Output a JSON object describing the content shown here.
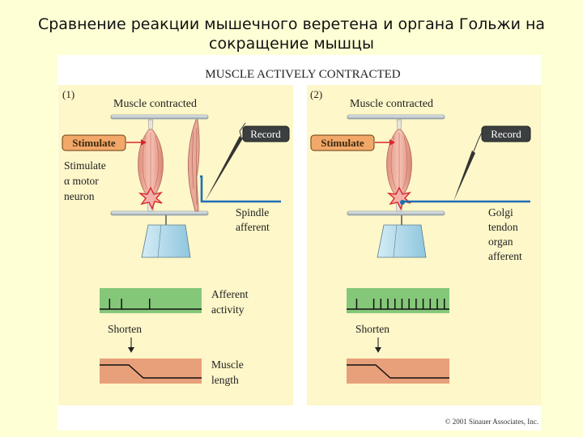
{
  "slide": {
    "title_line1": "Сравнение реакции мышечного веретена и органа Гольжи на",
    "title_line2": "сокращение мышцы"
  },
  "figure": {
    "heading": "MUSCLE ACTIVELY CONTRACTED",
    "copyright": "© 2001 Sinauer Associates, Inc.",
    "colors": {
      "panel_bg": "#fdf7c9",
      "activity_bar": "#85c779",
      "length_bar": "#e8a07a",
      "record_box": "#3c3f3f",
      "stimulate_box": "#f2a869",
      "nerve_line": "#1e6fb5",
      "weight": "#a9d6ea"
    },
    "panels": [
      {
        "number": "(1)",
        "muscle_label": "Muscle contracted",
        "stimulate_label": "Stimulate",
        "record_label": "Record",
        "stim_note_line1": "Stimulate",
        "stim_note_line2": "α motor",
        "stim_note_line3": "neuron",
        "afferent_lines": [
          "Spindle",
          "afferent"
        ],
        "activity_label_lines": [
          "Afferent",
          "activity"
        ],
        "shorten_label": "Shorten",
        "length_label_lines": [
          "Muscle",
          "length"
        ],
        "spike_times": [
          0.1,
          0.22,
          0.5
        ],
        "spike_count": 3
      },
      {
        "number": "(2)",
        "muscle_label": "Muscle contracted",
        "stimulate_label": "Stimulate",
        "record_label": "Record",
        "afferent_lines": [
          "Golgi",
          "tendon",
          "organ",
          "afferent"
        ],
        "shorten_label": "Shorten",
        "spike_times": [
          0.1,
          0.27,
          0.34,
          0.41,
          0.48,
          0.55,
          0.62,
          0.69,
          0.76,
          0.83,
          0.9,
          0.97
        ],
        "spike_count": 12
      }
    ]
  }
}
